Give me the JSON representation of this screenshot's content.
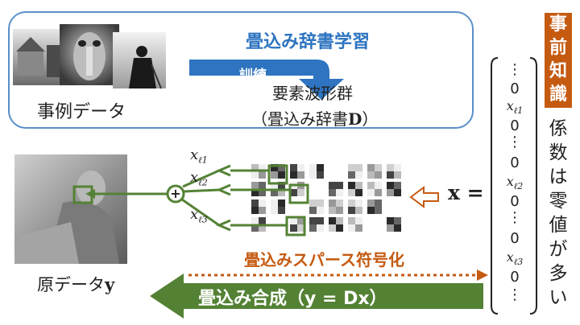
{
  "top_section": {
    "title": "畳込み辞書学習",
    "train_label": "訓練",
    "example_data_label": "事例データ",
    "element_waveforms_label": "要素波形群",
    "conv_dictionary_label": "（畳込み辞書",
    "dictionary_symbol": "D",
    "dictionary_close": "）"
  },
  "side_panel": {
    "prior_label": "事前知識",
    "coeff_label": "係数は零値が多い"
  },
  "coefficients": {
    "x_symbol": "x",
    "equals": "=",
    "x1": "x",
    "x1_sub": "ℓ1",
    "x2": "x",
    "x2_sub": "ℓ2",
    "x3": "x",
    "x3_sub": "ℓ3",
    "zero": "0"
  },
  "bottom_section": {
    "original_label": "原データ",
    "original_symbol": "y",
    "sparse_coding_label": "畳込みスパース符号化",
    "synthesis_label": "畳込み合成（y = Dx）"
  },
  "colors": {
    "blue_accent": "#2e74c0",
    "orange_accent": "#c55a11",
    "green_accent": "#548235",
    "box_border": "#5b8fc9"
  }
}
